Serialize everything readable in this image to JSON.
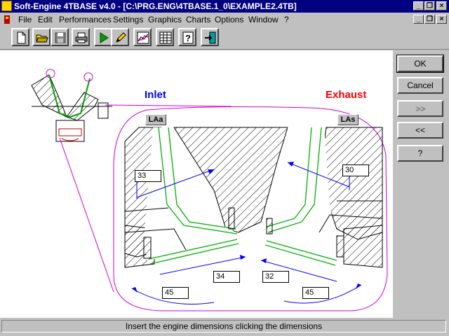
{
  "window": {
    "title": "Soft-Engine 4TBASE v4.0 - [C:\\PRG.ENG\\4TBASE.1_0\\EXAMPLE2.4TB]"
  },
  "menu": {
    "items": [
      {
        "label": "File"
      },
      {
        "label": "Edit"
      },
      {
        "label": "Performances"
      },
      {
        "label": "Settings"
      },
      {
        "label": "Graphics"
      },
      {
        "label": "Charts"
      },
      {
        "label": "Options"
      },
      {
        "label": "Window"
      },
      {
        "label": "?"
      }
    ]
  },
  "toolbar": {
    "buttons": [
      {
        "icon": "new-document-icon"
      },
      {
        "icon": "open-folder-icon"
      },
      {
        "icon": "save-disk-icon"
      },
      {
        "icon": "printer-icon"
      },
      {
        "icon": "play-icon"
      },
      {
        "icon": "pencil-icon"
      },
      {
        "icon": "chart-icon"
      },
      {
        "icon": "table-icon"
      },
      {
        "icon": "help-icon"
      },
      {
        "icon": "exit-icon"
      }
    ]
  },
  "drawing": {
    "inlet_label": "Inlet",
    "exhaust_label": "Exhaust",
    "inlet_button": "LAa",
    "exhaust_button": "LAs",
    "inlet_color": "#0000ff",
    "exhaust_color": "#ff0000",
    "dimensions": {
      "inlet_port": "33",
      "exhaust_port": "30",
      "inlet_seat_diameter": "34",
      "exhaust_seat_diameter": "32",
      "inlet_seat_angle": "45",
      "exhaust_seat_angle": "45"
    }
  },
  "side_buttons": {
    "ok": "OK",
    "cancel": "Cancel",
    "next": ">>",
    "prev": "<<",
    "help": "?"
  },
  "status": {
    "text": "Insert the engine dimensions clicking the dimensions"
  }
}
